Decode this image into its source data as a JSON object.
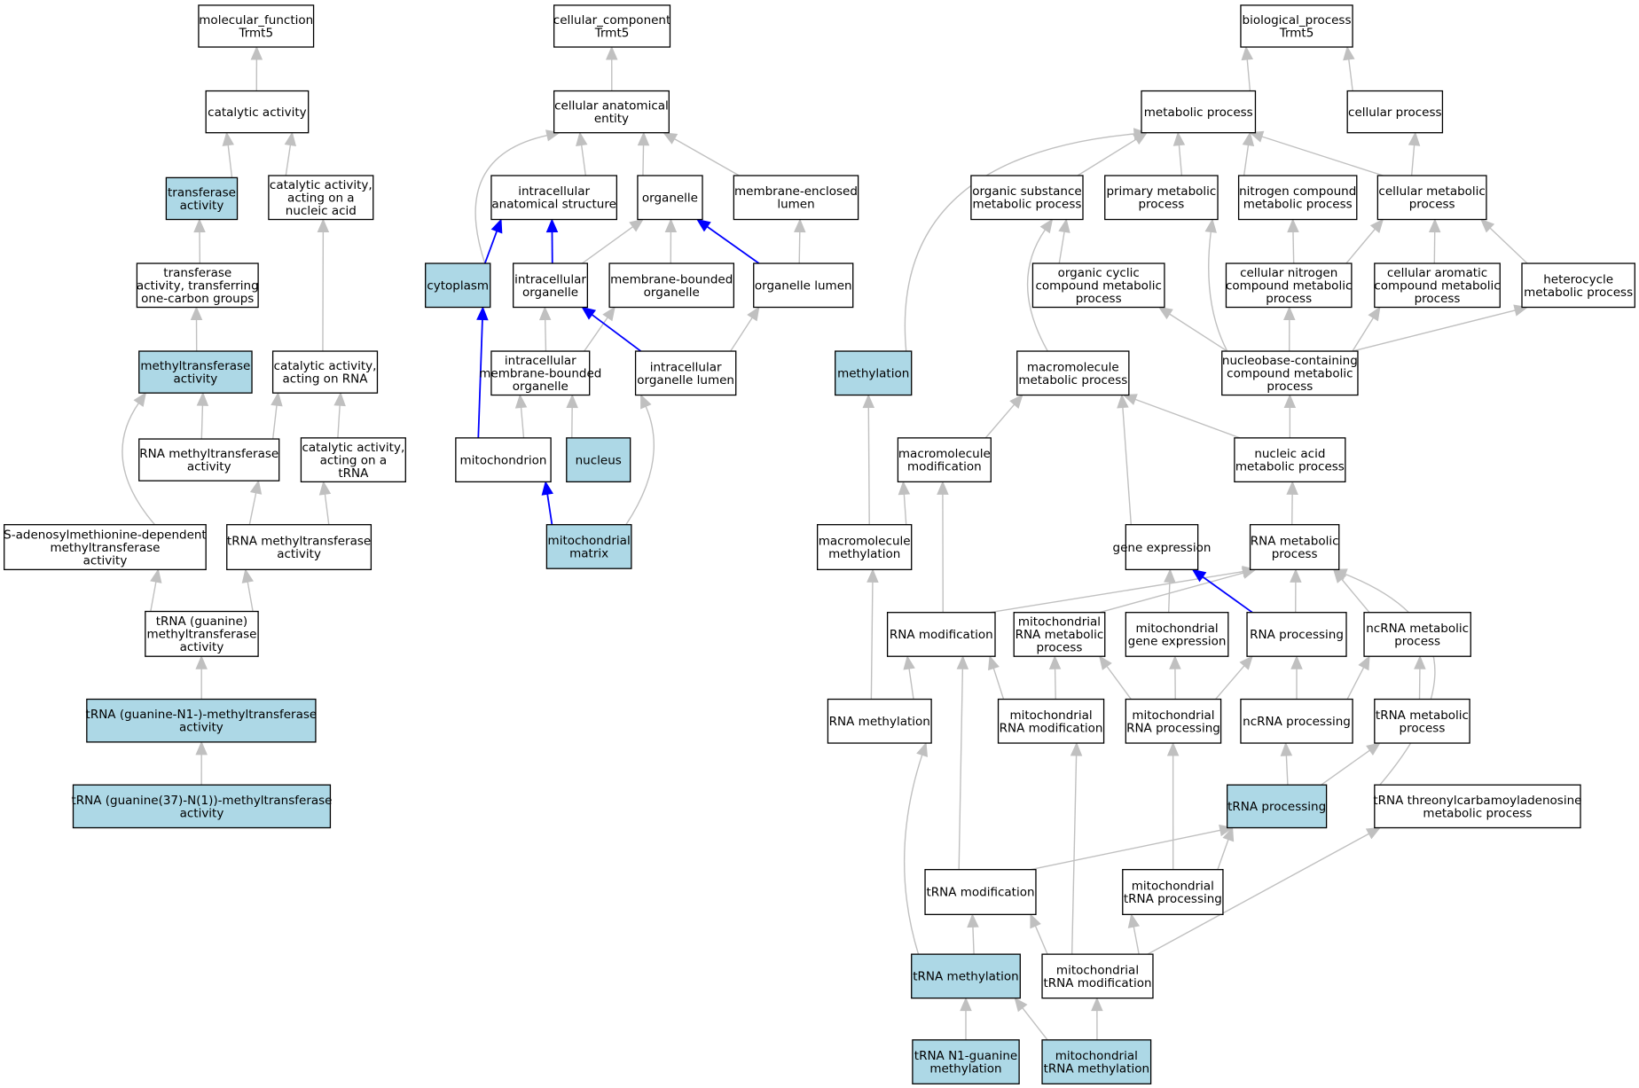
{
  "colors": {
    "highlight_fill": "#add8e6",
    "plain_fill": "#ffffff",
    "edge_gray": "#c0c0c0",
    "edge_blue": "#0000ff"
  },
  "nodes": {
    "mf_root": [
      "molecular_function",
      "Trmt5"
    ],
    "catalytic": [
      "catalytic activity"
    ],
    "transferase": [
      "transferase",
      "activity"
    ],
    "cat_nucleic": [
      "catalytic activity,",
      "acting on a",
      "nucleic acid"
    ],
    "transf_onecarbon": [
      "transferase",
      "activity, transferring",
      "one-carbon groups"
    ],
    "methyltransferase": [
      "methyltransferase",
      "activity"
    ],
    "cat_rna": [
      "catalytic activity,",
      "acting on RNA"
    ],
    "rna_mt": [
      "RNA methyltransferase",
      "activity"
    ],
    "cat_trna": [
      "catalytic activity,",
      "acting on a",
      "tRNA"
    ],
    "sam_mt": [
      "S-adenosylmethionine-dependent",
      "methyltransferase",
      "activity"
    ],
    "trna_mt": [
      "tRNA methyltransferase",
      "activity"
    ],
    "trna_guanine_mt": [
      "tRNA (guanine)",
      "methyltransferase",
      "activity"
    ],
    "trna_guanine_n1": [
      "tRNA (guanine-N1-)-methyltransferase",
      "activity"
    ],
    "trna_guanine37": [
      "tRNA (guanine(37)-N(1))-methyltransferase",
      "activity"
    ],
    "cc_root": [
      "cellular_component",
      "Trmt5"
    ],
    "cell_anat": [
      "cellular anatomical",
      "entity"
    ],
    "intra_anat": [
      "intracellular",
      "anatomical structure"
    ],
    "organelle": [
      "organelle"
    ],
    "mem_lumen": [
      "membrane-enclosed",
      "lumen"
    ],
    "cytoplasm": [
      "cytoplasm"
    ],
    "intra_org": [
      "intracellular",
      "organelle"
    ],
    "mem_bounded": [
      "membrane-bounded",
      "organelle"
    ],
    "org_lumen": [
      "organelle lumen"
    ],
    "intra_mem_bounded": [
      "intracellular",
      "membrane-bounded",
      "organelle"
    ],
    "intra_org_lumen": [
      "intracellular",
      "organelle lumen"
    ],
    "mitochondrion": [
      "mitochondrion"
    ],
    "nucleus": [
      "nucleus"
    ],
    "mito_matrix": [
      "mitochondrial",
      "matrix"
    ],
    "bp_root": [
      "biological_process",
      "Trmt5"
    ],
    "metabolic": [
      "metabolic process"
    ],
    "cellular_proc": [
      "cellular process"
    ],
    "org_subst": [
      "organic substance",
      "metabolic process"
    ],
    "primary_met": [
      "primary metabolic",
      "process"
    ],
    "nitrogen_comp": [
      "nitrogen compound",
      "metabolic process"
    ],
    "cell_met": [
      "cellular metabolic",
      "process"
    ],
    "org_cyclic": [
      "organic cyclic",
      "compound metabolic",
      "process"
    ],
    "cell_nitrogen": [
      "cellular nitrogen",
      "compound metabolic",
      "process"
    ],
    "cell_aromatic": [
      "cellular aromatic",
      "compound metabolic",
      "process"
    ],
    "heterocycle": [
      "heterocycle",
      "metabolic process"
    ],
    "methylation": [
      "methylation"
    ],
    "macromol_met": [
      "macromolecule",
      "metabolic process"
    ],
    "nucleobase": [
      "nucleobase-containing",
      "compound metabolic",
      "process"
    ],
    "macromol_mod": [
      "macromolecule",
      "modification"
    ],
    "nucleic_acid_met": [
      "nucleic acid",
      "metabolic process"
    ],
    "macromol_meth": [
      "macromolecule",
      "methylation"
    ],
    "gene_expr": [
      "gene expression"
    ],
    "rna_met": [
      "RNA metabolic",
      "process"
    ],
    "rna_mod": [
      "RNA modification"
    ],
    "mito_rna_met": [
      "mitochondrial",
      "RNA metabolic",
      "process"
    ],
    "mito_gene_expr": [
      "mitochondrial",
      "gene expression"
    ],
    "rna_proc": [
      "RNA processing"
    ],
    "ncrna_met": [
      "ncRNA metabolic",
      "process"
    ],
    "rna_meth": [
      "RNA methylation"
    ],
    "mito_rna_mod": [
      "mitochondrial",
      "RNA modification"
    ],
    "mito_rna_proc": [
      "mitochondrial",
      "RNA processing"
    ],
    "ncrna_proc": [
      "ncRNA processing"
    ],
    "trna_met": [
      "tRNA metabolic",
      "process"
    ],
    "trna_proc": [
      "tRNA processing"
    ],
    "trna_threonyl": [
      "tRNA threonylcarbamoyladenosine",
      "metabolic process"
    ],
    "trna_mod": [
      "tRNA modification"
    ],
    "mito_trna_proc": [
      "mitochondrial",
      "tRNA processing"
    ],
    "trna_meth": [
      "tRNA methylation"
    ],
    "mito_trna_mod": [
      "mitochondrial",
      "tRNA modification"
    ],
    "trna_n1_guanine": [
      "tRNA N1-guanine",
      "methylation"
    ],
    "mito_trna_meth": [
      "mitochondrial",
      "tRNA methylation"
    ]
  }
}
